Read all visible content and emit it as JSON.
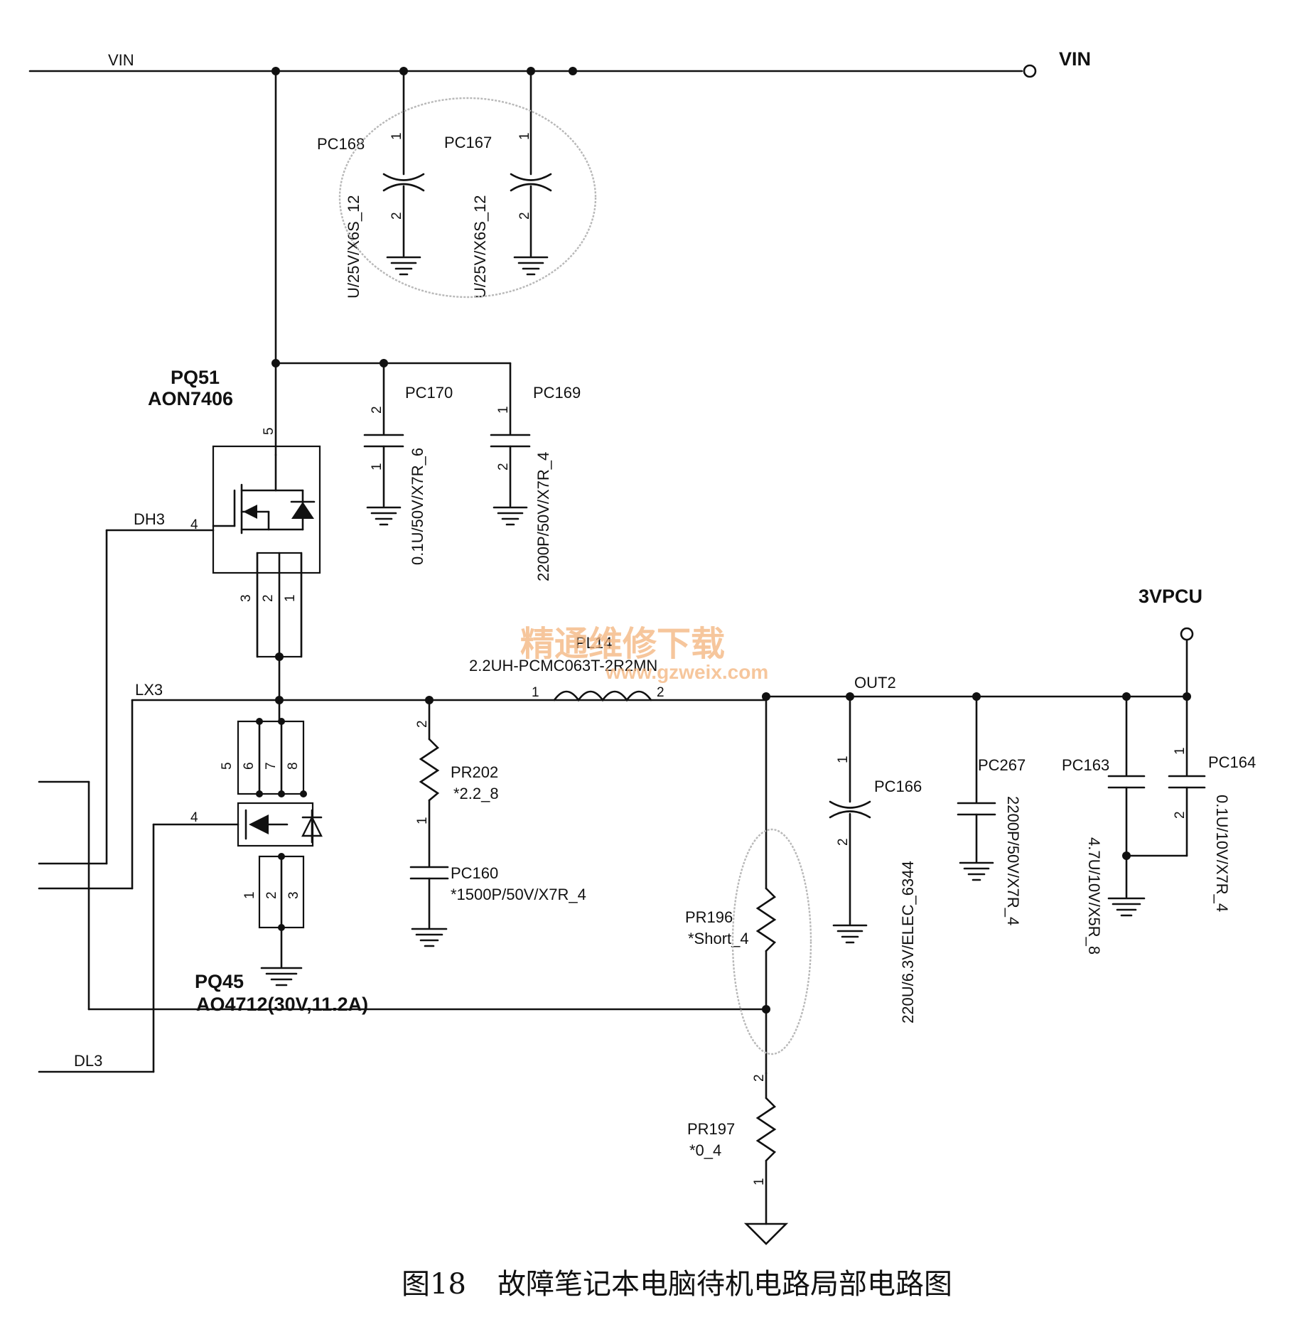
{
  "nets": {
    "vin_wire": "VIN",
    "vin_port": "VIN",
    "dh3": "DH3",
    "lx3": "LX3",
    "dl3": "DL3",
    "out2": "OUT2",
    "out_port": "3VPCU"
  },
  "components": {
    "pq51": {
      "ref": "PQ51",
      "part": "AON7406"
    },
    "pq45": {
      "ref": "PQ45",
      "part": "AO4712(30V,11.2A)"
    },
    "pc168": {
      "ref": "PC168",
      "value": "U/25V/X6S_12"
    },
    "pc167": {
      "ref": "PC167",
      "value": "U/25V/X6S_12"
    },
    "pc170": {
      "ref": "PC170",
      "value": "0.1U/50V/X7R_6"
    },
    "pc169": {
      "ref": "PC169",
      "value": "2200P/50V/X7R_4"
    },
    "pr202": {
      "ref": "PR202",
      "value": "*2.2_8"
    },
    "pc160": {
      "ref": "PC160",
      "value": "*1500P/50V/X7R_4"
    },
    "pl14": {
      "ref": "PL14",
      "value": "2.2UH-PCMC063T-2R2MN"
    },
    "pr196": {
      "ref": "PR196",
      "value": "*Short_4"
    },
    "pr197": {
      "ref": "PR197",
      "value": "*0_4"
    },
    "pc166": {
      "ref": "PC166",
      "value": "220U/6.3V/ELEC_6344"
    },
    "pc267": {
      "ref": "PC267",
      "value": "2200P/50V/X7R_4"
    },
    "pc163": {
      "ref": "PC163",
      "value": "4.7U/10V/X5R_8"
    },
    "pc164": {
      "ref": "PC164",
      "value": "0.1U/10V/X7R_4"
    }
  },
  "watermark": {
    "cn": "精通维修下载",
    "url": "www.gzweix.com"
  },
  "caption": {
    "figure": "图18",
    "text": "故障笔记本电脑待机电路局部电路图"
  },
  "colors": {
    "ink": "#111111",
    "highlight_ellipse": "#b8b8b8",
    "watermark": "#f4b37c"
  }
}
